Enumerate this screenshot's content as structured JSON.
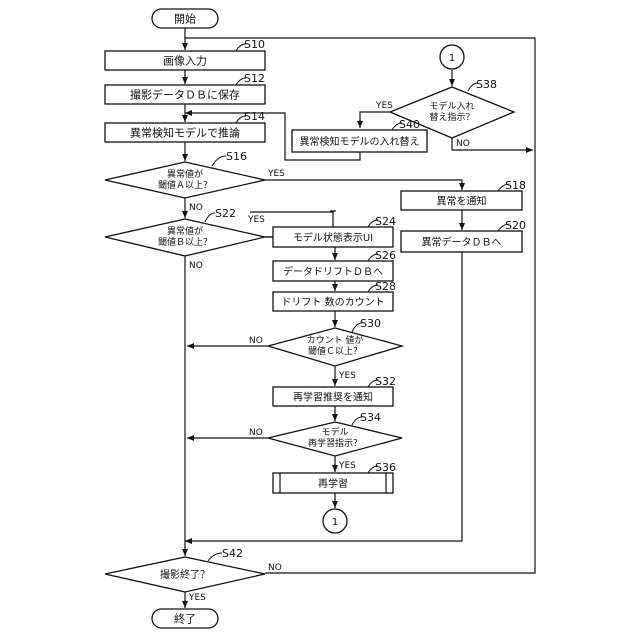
{
  "nodes": {
    "start": "開始",
    "s10": "画像入力",
    "s12": "撮影データＤＢに保存",
    "s14": "異常検知モデルで推論",
    "s16": [
      "異常値が",
      "閾値Ａ以上？"
    ],
    "s18": "異常を通知",
    "s20": "異常データＤＢへ",
    "s22": [
      "異常値が",
      "閾値Ｂ以上？"
    ],
    "s24": "モデル状態表示UI",
    "s26": "データドリフトＤＢへ",
    "s28": "ドリフト 数のカウント",
    "s30": [
      "カウント 値が",
      "閾値Ｃ以上？"
    ],
    "s32": "再学習推奨を通知",
    "s34": [
      "モデル",
      "再学習指示？"
    ],
    "s36": "再学習",
    "s38": [
      "モデル入れ",
      "替え指示？"
    ],
    "s40": "異常検知モデルの入れ替え",
    "s42": "撮影終了？",
    "end": "終了",
    "connector_top": "1",
    "connector_bottom": "1"
  },
  "step_labels": {
    "s10": "S10",
    "s12": "S12",
    "s14": "S14",
    "s16": "S16",
    "s18": "S18",
    "s20": "S20",
    "s22": "S22",
    "s24": "S24",
    "s26": "S26",
    "s28": "S28",
    "s30": "S30",
    "s32": "S32",
    "s34": "S34",
    "s36": "S36",
    "s38": "S38",
    "s40": "S40",
    "s42": "S42"
  },
  "branch_labels": {
    "yes": "YES",
    "no": "NO"
  }
}
